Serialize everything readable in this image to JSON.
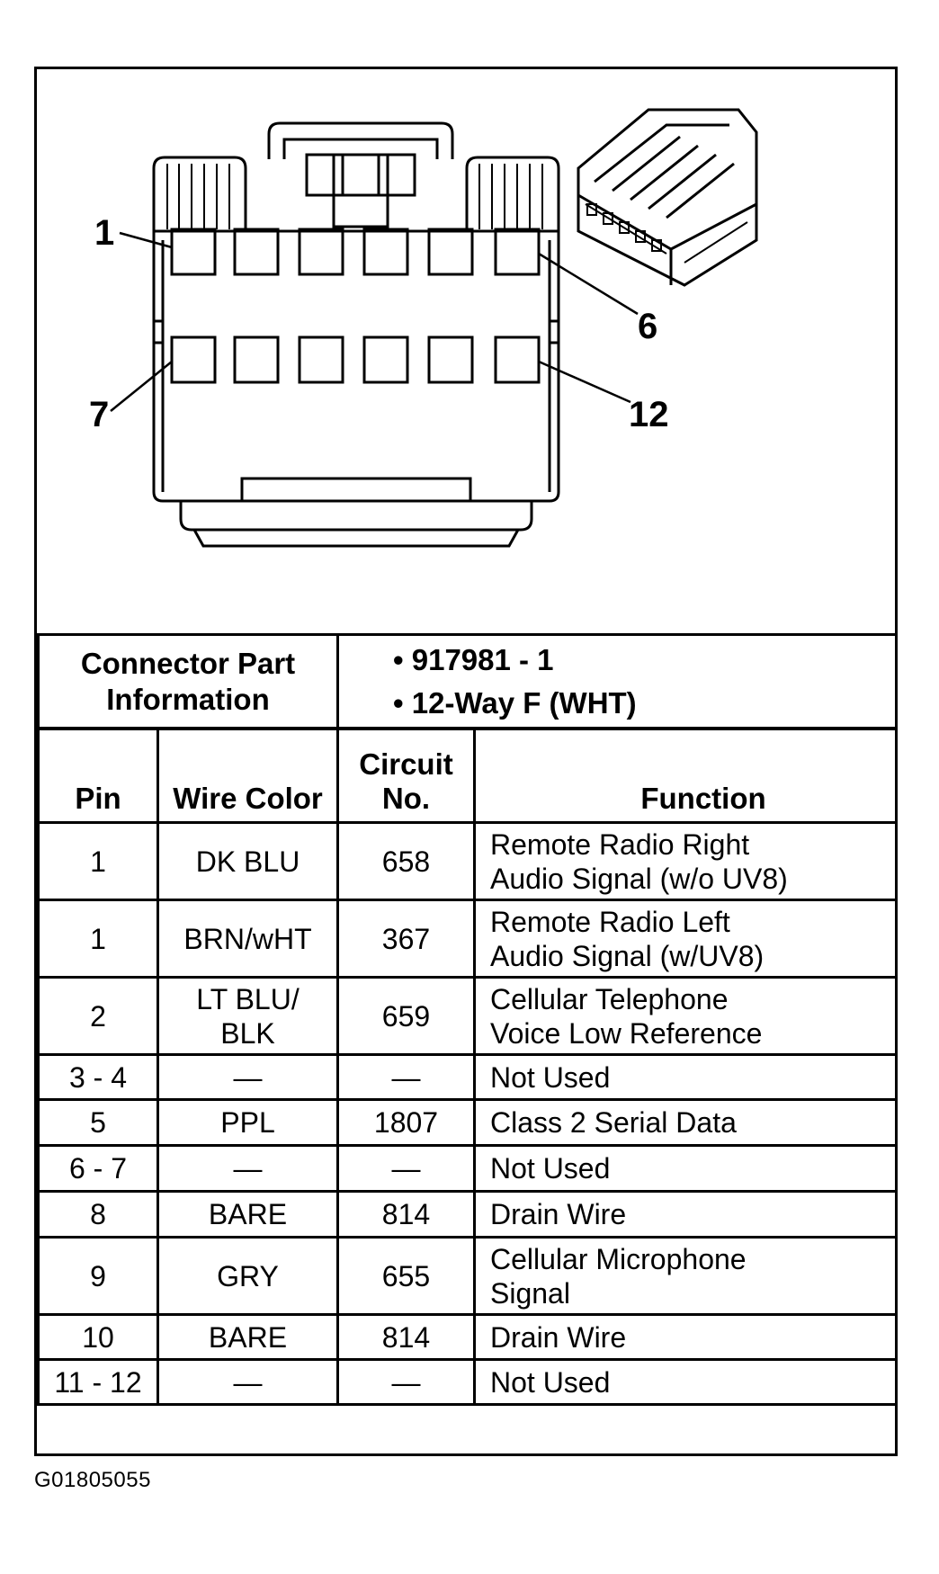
{
  "diagram": {
    "pin_labels": [
      "1",
      "6",
      "7",
      "12"
    ]
  },
  "connector_info": {
    "label": "Connector Part Information",
    "part_number": "917981 - 1",
    "description": "12-Way F (WHT)"
  },
  "table": {
    "headers": [
      "Pin",
      "Wire Color",
      "Circuit No.",
      "Function"
    ],
    "rows": [
      {
        "pin": "1",
        "color": "DK BLU",
        "circuit": "658",
        "function": "Remote Radio Right Audio Signal (w/o UV8)",
        "fn_line1": "Remote Radio Right",
        "fn_line2": "Audio Signal (w/o UV8)"
      },
      {
        "pin": "1",
        "color": "BRN/wHT",
        "circuit": "367",
        "function": "Remote Radio Left Audio Signal (w/UV8)",
        "fn_line1": "Remote Radio Left",
        "fn_line2": "Audio Signal (w/UV8)"
      },
      {
        "pin": "2",
        "color": "LT BLU/ BLK",
        "color_line1": "LT BLU/",
        "color_line2": "BLK",
        "circuit": "659",
        "function": "Cellular Telephone Voice Low Reference",
        "fn_line1": "Cellular Telephone",
        "fn_line2": "Voice Low Reference"
      },
      {
        "pin": "3 - 4",
        "color": "—",
        "circuit": "—",
        "function": "Not Used"
      },
      {
        "pin": "5",
        "color": "PPL",
        "circuit": "1807",
        "function": "Class 2 Serial Data"
      },
      {
        "pin": "6 - 7",
        "color": "—",
        "circuit": "—",
        "function": "Not Used"
      },
      {
        "pin": "8",
        "color": "BARE",
        "circuit": "814",
        "function": "Drain Wire"
      },
      {
        "pin": "9",
        "color": "GRY",
        "circuit": "655",
        "function": "Cellular Microphone Signal",
        "fn_line1": "Cellular Microphone",
        "fn_line2": "Signal"
      },
      {
        "pin": "10",
        "color": "BARE",
        "circuit": "814",
        "function": "Drain Wire"
      },
      {
        "pin": "11 - 12",
        "color": "—",
        "circuit": "—",
        "function": "Not Used"
      }
    ]
  },
  "figure_id": "G01805055"
}
